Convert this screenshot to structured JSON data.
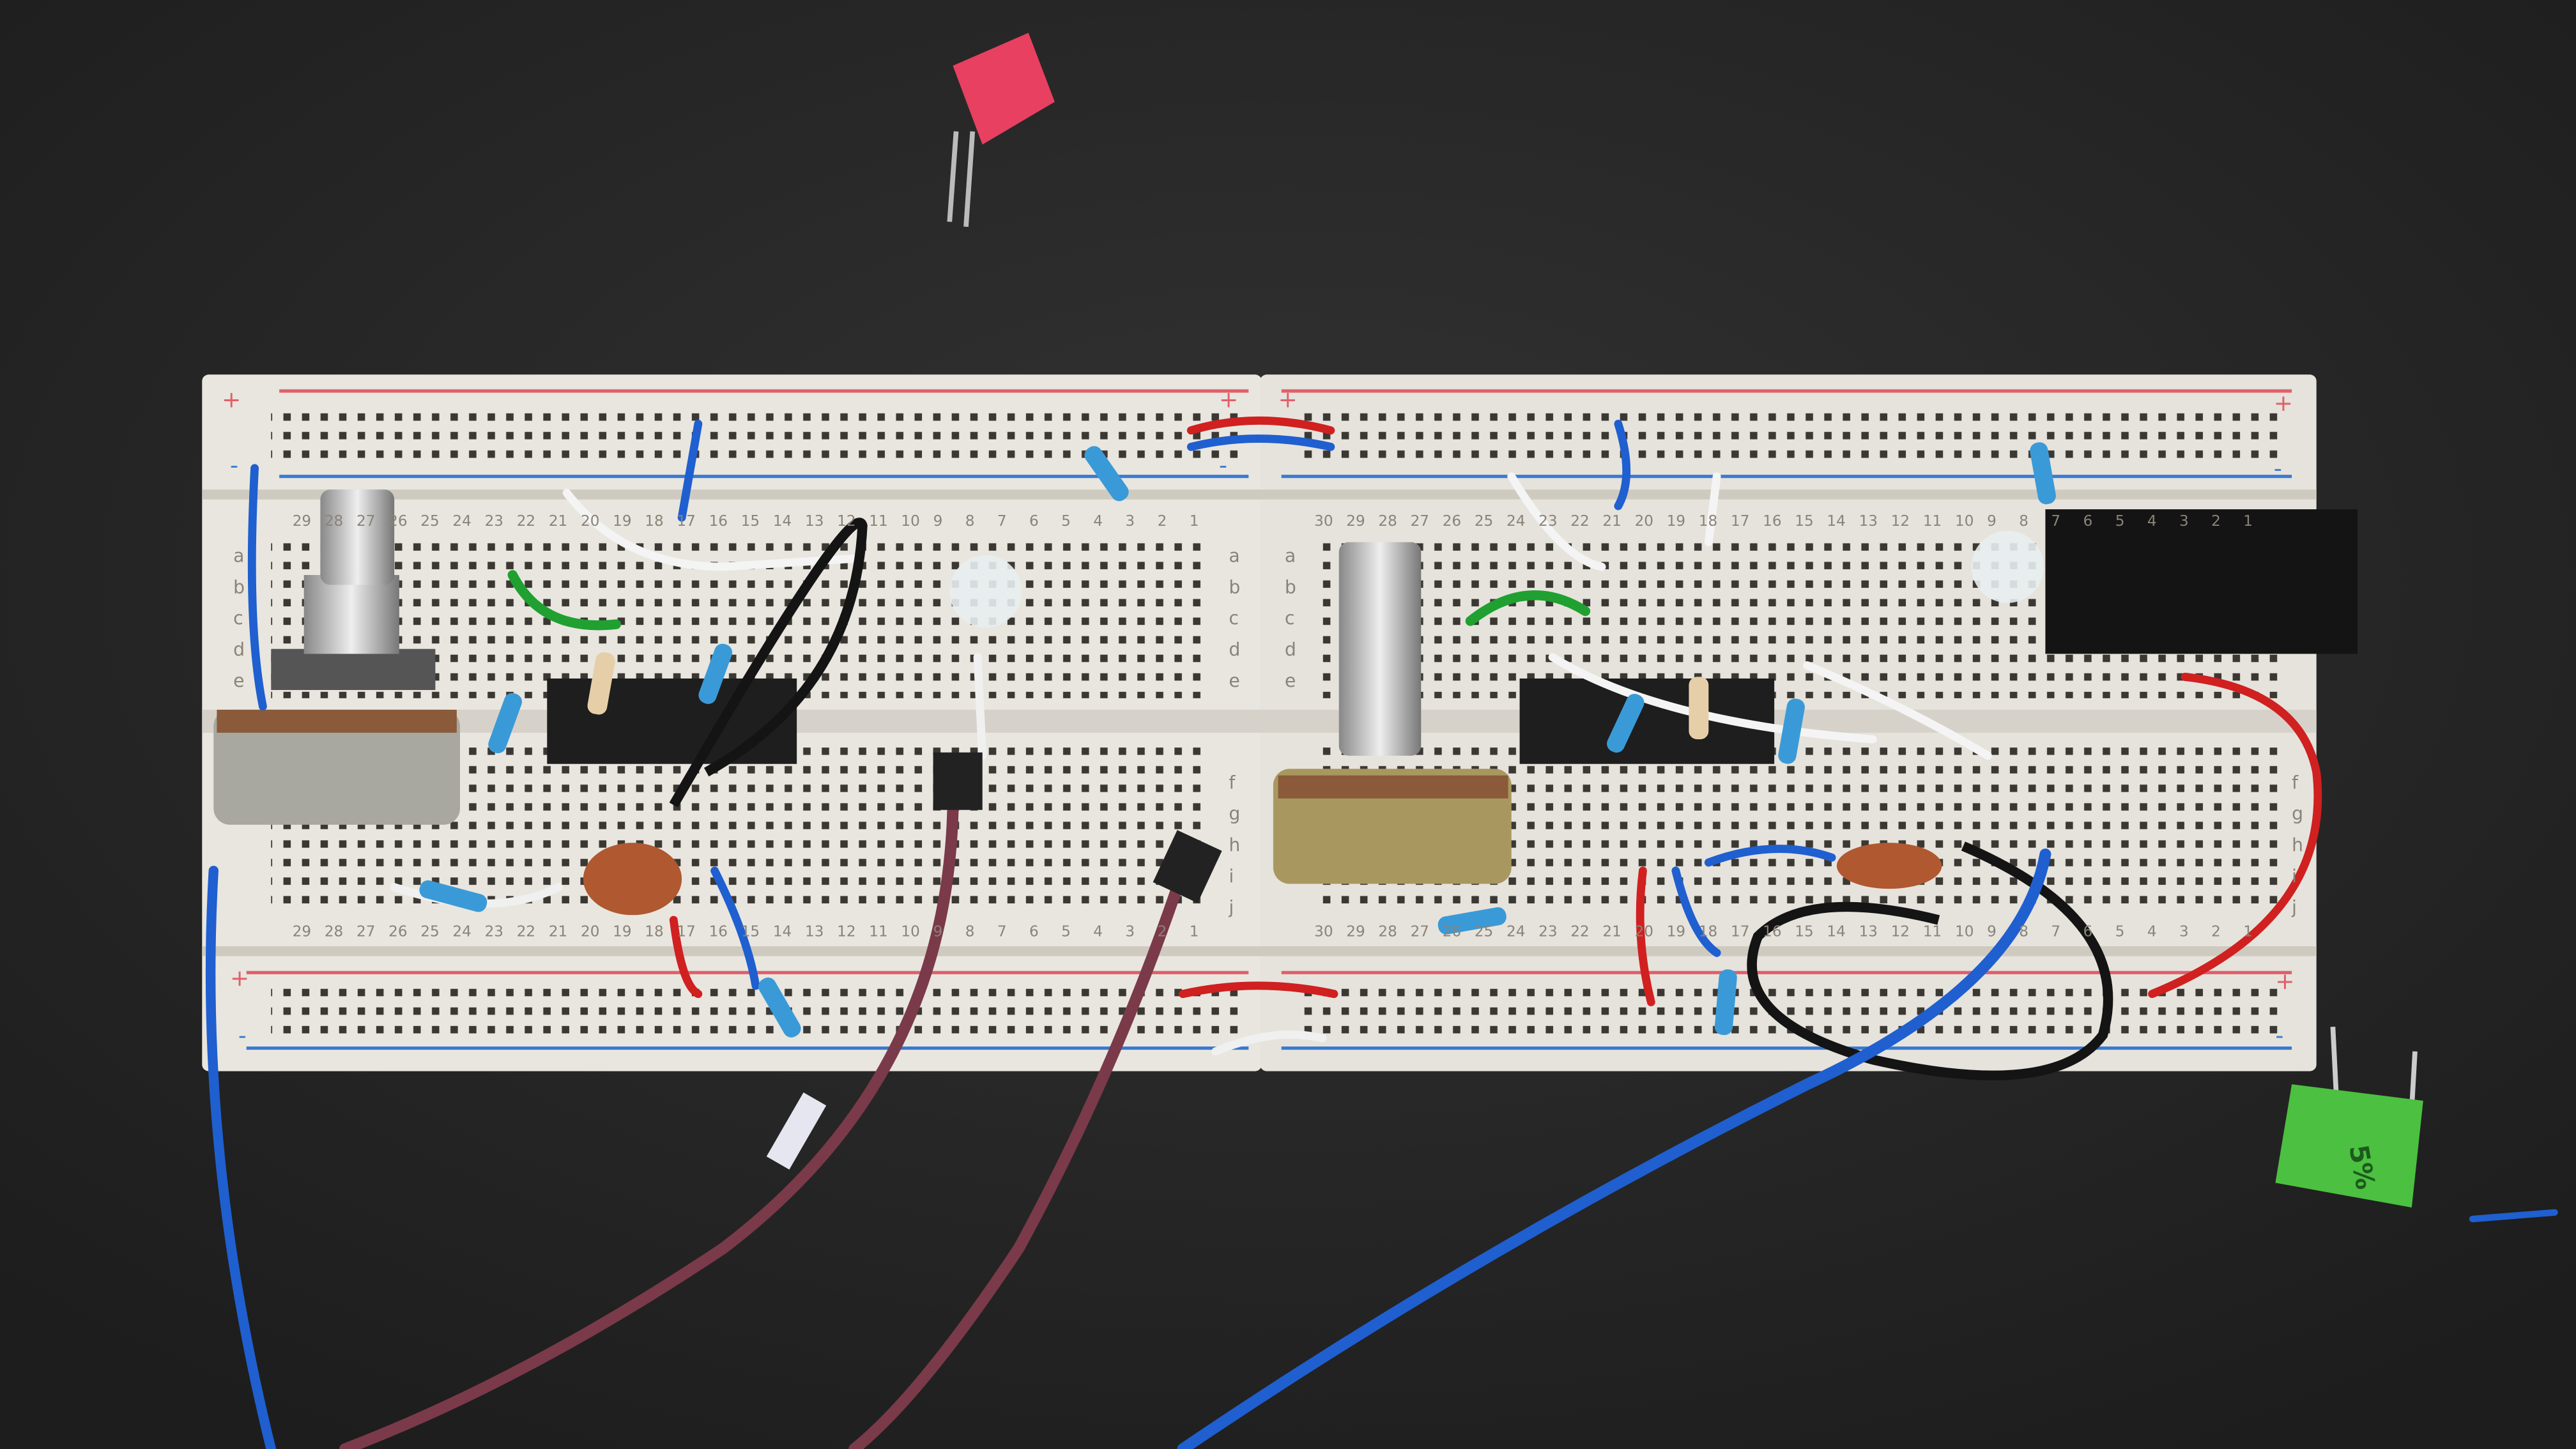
{
  "breadboard": {
    "rail_plus": "+",
    "rail_minus": "-",
    "letters_top": [
      "a",
      "b",
      "c",
      "d",
      "e"
    ],
    "letters_bottom": [
      "f",
      "g",
      "h",
      "i",
      "j"
    ],
    "row_numbers_left": [
      "29",
      "28",
      "27",
      "26",
      "25",
      "24",
      "23",
      "22",
      "21",
      "20",
      "19",
      "18",
      "17",
      "16",
      "15",
      "14",
      "13",
      "12",
      "11",
      "10",
      "9",
      "8",
      "7",
      "6",
      "5",
      "4",
      "3",
      "2",
      "1"
    ],
    "row_numbers_right": [
      "30",
      "29",
      "28",
      "27",
      "26",
      "25",
      "24",
      "23",
      "22",
      "21",
      "20",
      "19",
      "18",
      "17",
      "16",
      "15",
      "14",
      "13",
      "12",
      "11",
      "10",
      "9",
      "8",
      "7",
      "6",
      "5",
      "4",
      "3",
      "2",
      "1"
    ]
  },
  "components": {
    "green_capacitor_label": "5%"
  },
  "colors": {
    "background": "#2a2a2a",
    "breadboard": "#e9e6df",
    "rail_red": "#e0606a",
    "rail_blue": "#3a7ad0",
    "wire_blue": "#1f5fd0",
    "wire_purple": "#7a3a4a",
    "wire_red": "#d02020",
    "wire_green": "#20a030",
    "green_cap": "#4cc040",
    "red_jumper": "#e84060"
  }
}
